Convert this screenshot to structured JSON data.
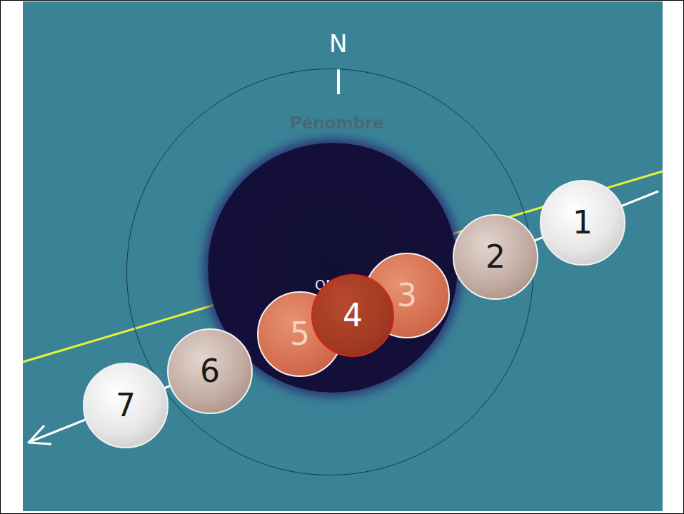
{
  "diagram": {
    "nodes": [
      {
        "text": [
          "Pénombre"
        ]
      },
      {
        "text": [
          "OMBRE"
        ],
        "in": 0
      },
      {
        "text": [
          "1"
        ]
      },
      {
        "text": [
          "2"
        ]
      },
      {
        "text": [
          "3"
        ]
      },
      {
        "text": [
          "4"
        ]
      },
      {
        "text": [
          "5"
        ]
      },
      {
        "text": [
          "6"
        ]
      },
      {
        "text": [
          "7"
        ]
      }
    ],
    "labels": [
      "N"
    ]
  }
}
